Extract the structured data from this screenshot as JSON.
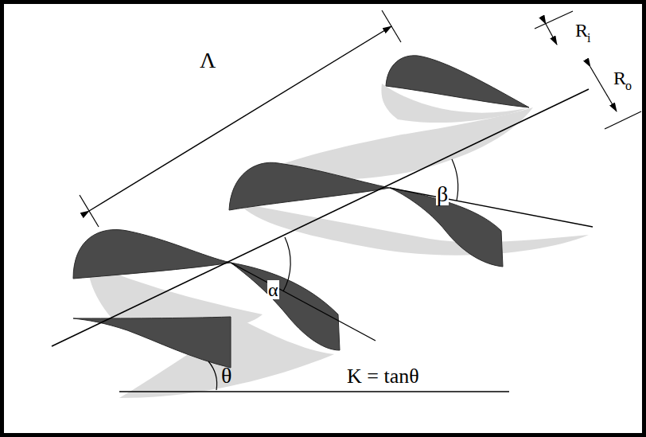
{
  "diagram": {
    "labels": [
      "Λ",
      "R",
      "i",
      "R",
      "o",
      "β",
      "α",
      "θ",
      "K = tanθ"
    ]
  }
}
